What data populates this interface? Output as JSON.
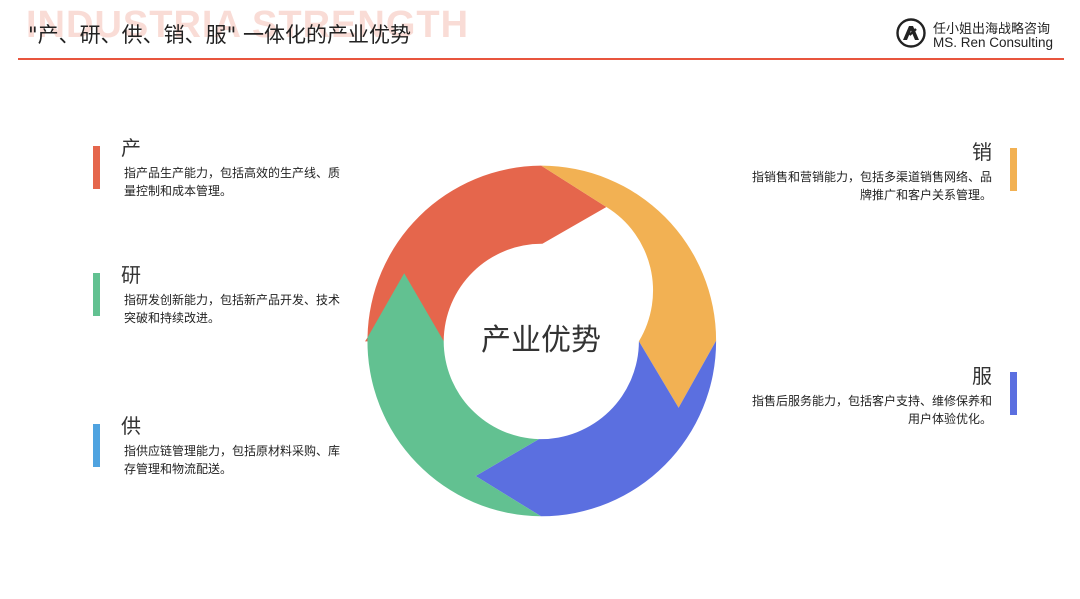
{
  "header": {
    "watermark": "INDUSTRIA STRENGTH",
    "title": "\"产、研、供、销、服\" 一体化的产业优势",
    "brand_cn": "任小姐出海战略咨询",
    "brand_en": "MS. Ren Consulting",
    "accent_color": "#e8553e"
  },
  "center_label": "产业优势",
  "items": [
    {
      "title": "产",
      "desc": "指产品生产能力，包括高效的生产线、质量控制和成本管理。",
      "color": "#e5664c"
    },
    {
      "title": "研",
      "desc": "指研发创新能力，包括新产品开发、技术突破和持续改进。",
      "color": "#62c191"
    },
    {
      "title": "供",
      "desc": "指供应链管理能力，包括原材料采购、库存管理和物流配送。",
      "color": "#4fa3e0"
    },
    {
      "title": "销",
      "desc": "指销售和营销能力，包括多渠道销售网络、品牌推广和客户关系管理。",
      "color": "#f2b153"
    },
    {
      "title": "服",
      "desc": "指售后服务能力，包括客户支持、维修保养和用户体验优化。",
      "color": "#5b6fe0"
    }
  ],
  "ring": {
    "segments": [
      {
        "name": "产",
        "color": "#e5664c"
      },
      {
        "name": "销",
        "color": "#f2b153"
      },
      {
        "name": "服",
        "color": "#5b6fe0"
      },
      {
        "name": "研",
        "color": "#62c191"
      }
    ]
  }
}
